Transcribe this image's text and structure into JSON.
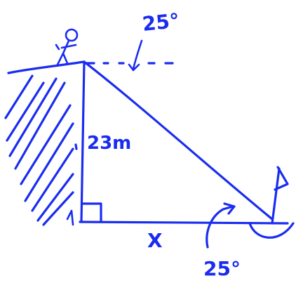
{
  "diagram": {
    "angle_top_label": "25°",
    "height_label": "23m",
    "distance_label": "X",
    "angle_bottom_label": "25°",
    "ink_color": "#1a2cf0",
    "background": "#ffffff"
  }
}
